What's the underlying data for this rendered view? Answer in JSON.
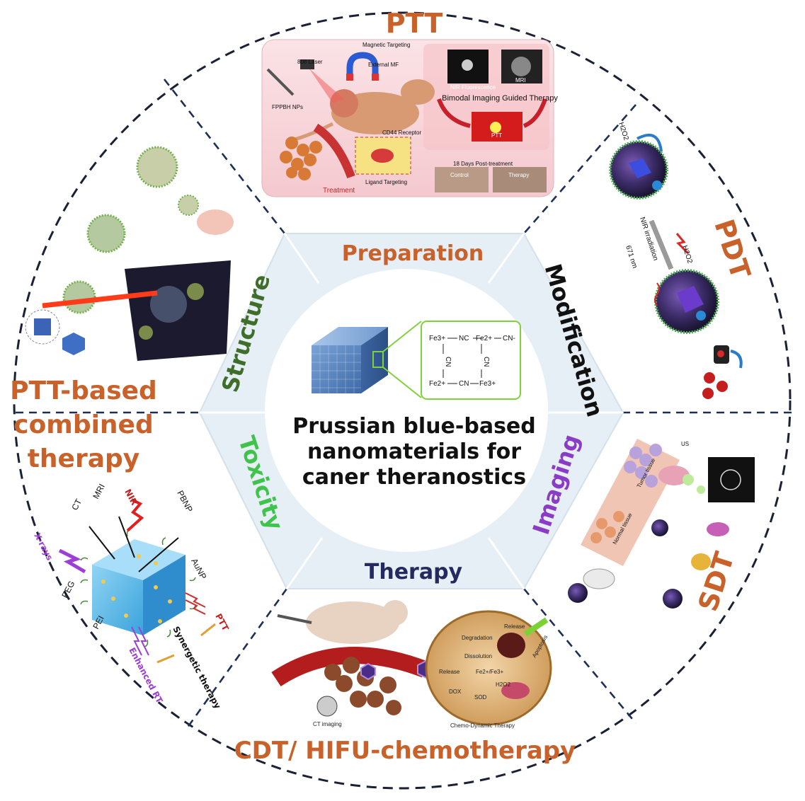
{
  "center": {
    "title_lines": [
      "Prussian blue-based",
      "nanomaterials for",
      "caner theranostics"
    ],
    "formula": {
      "row1": [
        "Fe3+",
        "NC",
        "Fe2+",
        "CN-"
      ],
      "row3": [
        "Fe2+",
        "CN",
        "Fe3+"
      ],
      "vertical": [
        "CN",
        "CN"
      ]
    }
  },
  "hexagon_labels": {
    "preparation": "Preparation",
    "modification": "Modification",
    "imaging": "Imaging",
    "therapy": "Therapy",
    "toxicity": "Toxicity",
    "structure": "Structure"
  },
  "sector_titles": {
    "ptt": "PTT",
    "pdt": "PDT",
    "sdt": "SDT",
    "cdt": "CDT/ HIFU-chemotherapy",
    "ptt_combined": [
      "PTT-based",
      "combined",
      "therapy"
    ]
  },
  "ptt_panel": {
    "laser": "808 Laser",
    "magnetic": "Magnetic Targeting",
    "external_mf": "External MF",
    "nps": "FPPBH NPs",
    "nir_fluor": "NIR Fluorescence",
    "mri": "MRI",
    "bimodal": "Bimodal Imaging Guided Therapy",
    "cd44": "CD44 Receptor",
    "ptt_img": "PTT",
    "days": "18 Days Post-treatment",
    "control": "Control",
    "therapy": "Therapy",
    "ligand": "Ligand Targeting",
    "treatment": "Treatment"
  },
  "pdt_panel": {
    "nir": "NIR irradiation",
    "wavelength": "671 nm",
    "h2o2_a": "H2O2",
    "h2o2_b": "H2O2"
  },
  "combined_panel": {
    "nir": "NIR",
    "mri": "MRI",
    "ct": "CT",
    "pbnp": "PBNP",
    "xrays": "X-rays",
    "aunp": "AuNP",
    "peg": "PEG",
    "pei": "PEI",
    "ptt": "PTT",
    "synergetic": "Synergetic therapy",
    "enhanced": "Enhanced RT"
  },
  "sdt_panel": {
    "us": "US",
    "tumor": "Tumor tissue",
    "normal": "Normal tissue"
  },
  "cdt_panel": {
    "ct_imaging": "CT imaging",
    "chemo": "Chemo-Dynamic Therapy",
    "release1": "Release",
    "release2": "Release",
    "degradation": "Degradation",
    "dissolution": "Dissolution",
    "apoptosis": "Apoptosis",
    "sod": "SOD",
    "h2o2": "H2O2",
    "fe": "Fe2+/Fe3+",
    "dox": "DOX"
  },
  "colors": {
    "orange": "#c8622a",
    "green_dark": "#3f6e2a",
    "green_light": "#3fc34a",
    "purple": "#8a3cc7",
    "navy": "#24295e",
    "hex_fill": "#e6eef6",
    "dash": "#1d2f56"
  }
}
